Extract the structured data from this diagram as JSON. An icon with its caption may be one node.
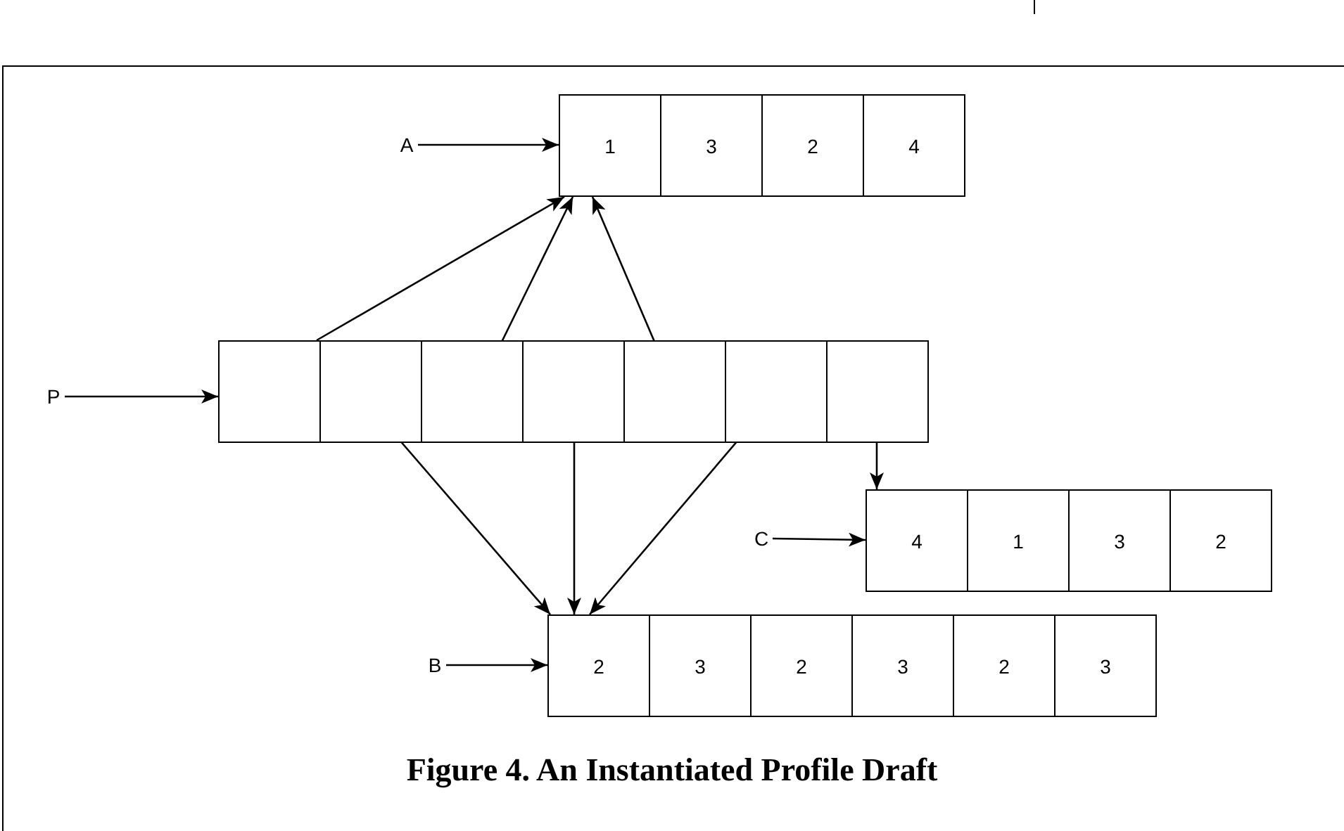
{
  "diagram": {
    "caption": "Figure 4. An Instantiated Profile Draft",
    "nodes": [
      {
        "text": [
          "A"
        ]
      },
      {
        "text": [
          "1"
        ]
      },
      {
        "text": [
          "3"
        ]
      },
      {
        "text": [
          "2"
        ]
      },
      {
        "text": [
          "4"
        ]
      },
      {
        "text": [
          "P"
        ]
      },
      {
        "text": [],
        "shape": "box"
      },
      {
        "text": [],
        "shape": "box"
      },
      {
        "text": [],
        "shape": "box"
      },
      {
        "text": [],
        "shape": "box"
      },
      {
        "text": [],
        "shape": "box"
      },
      {
        "text": [],
        "shape": "box"
      },
      {
        "text": [],
        "shape": "box"
      },
      {
        "text": [
          "C"
        ]
      },
      {
        "text": [
          "4"
        ]
      },
      {
        "text": [
          "1"
        ]
      },
      {
        "text": [
          "3"
        ]
      },
      {
        "text": [
          "2"
        ]
      },
      {
        "text": [
          "B"
        ]
      },
      {
        "text": [
          "2"
        ]
      },
      {
        "text": [
          "3"
        ]
      },
      {
        "text": [
          "2"
        ]
      },
      {
        "text": [
          "3"
        ]
      },
      {
        "text": [
          "2"
        ]
      },
      {
        "text": [
          "3"
        ]
      }
    ],
    "edges": [
      {
        "from": 0,
        "to": 1,
        "arrow": "to"
      },
      {
        "from": 5,
        "to": 6,
        "arrow": "to"
      },
      {
        "from": 6,
        "to": 1,
        "arrow": "to"
      },
      {
        "from": 8,
        "to": 1,
        "arrow": "to"
      },
      {
        "from": 10,
        "to": 1,
        "arrow": "to"
      },
      {
        "from": 7,
        "to": 19,
        "arrow": "to"
      },
      {
        "from": 9,
        "to": 19,
        "arrow": "to"
      },
      {
        "from": 11,
        "to": 19,
        "arrow": "to"
      },
      {
        "from": 12,
        "to": 14,
        "arrow": "to"
      },
      {
        "from": 13,
        "to": 14,
        "arrow": "to"
      },
      {
        "from": 18,
        "to": 19,
        "arrow": "to"
      }
    ]
  }
}
